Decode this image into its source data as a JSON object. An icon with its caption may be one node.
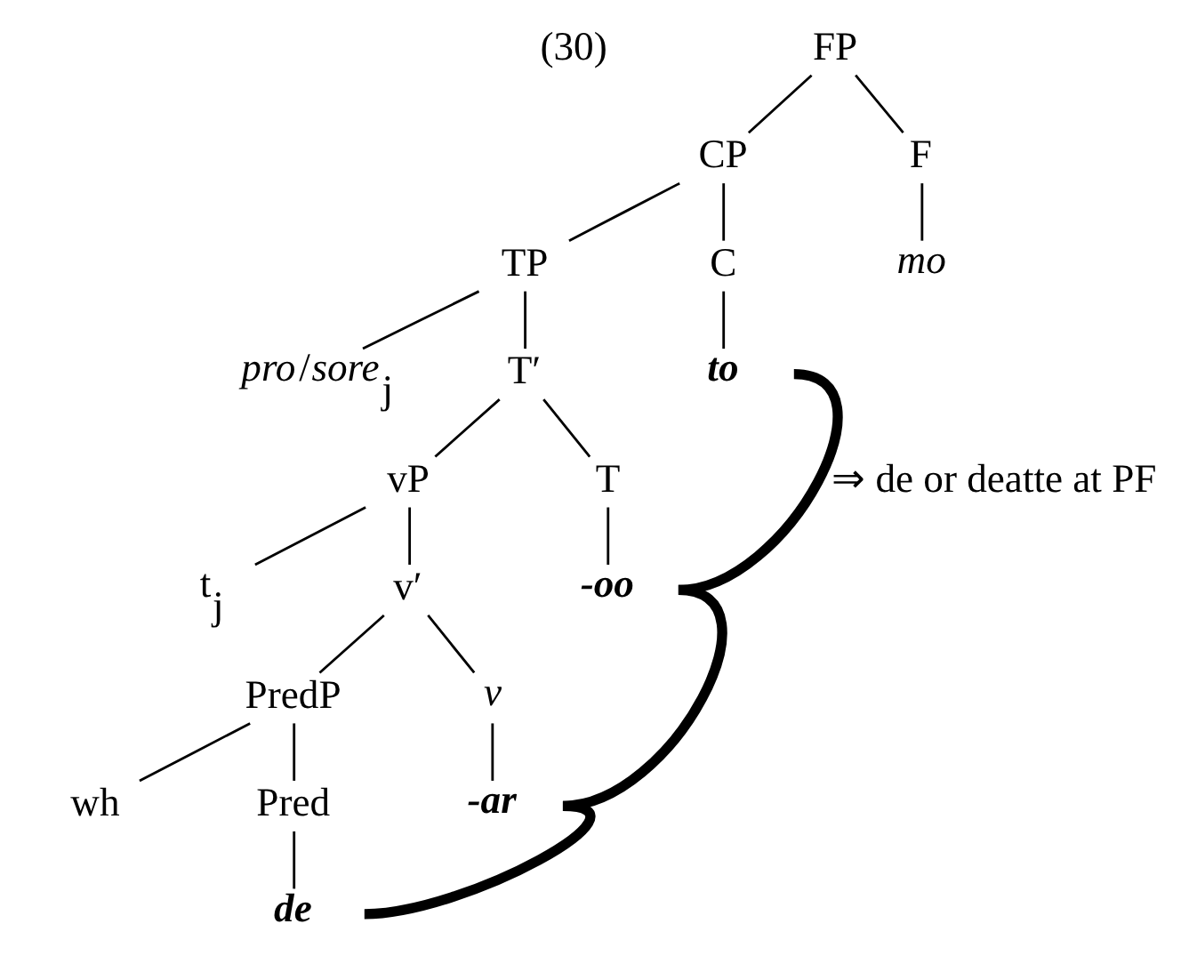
{
  "diagram": {
    "nodes": [
      {
        "text": [
          "FP"
        ]
      },
      {
        "text": [
          "CP"
        ]
      },
      {
        "text": [
          "F"
        ]
      },
      {
        "text": [
          "TP"
        ]
      },
      {
        "text": [
          "C"
        ]
      },
      {
        "text": [
          "mo"
        ]
      },
      {
        "text": [
          "*pro*/*sore*$_{j}$"
        ]
      },
      {
        "text": [
          "T′"
        ]
      },
      {
        "text": [
          "to"
        ]
      },
      {
        "text": [
          "vP"
        ]
      },
      {
        "text": [
          "T"
        ]
      },
      {
        "text": [
          "t$_{j}$"
        ]
      },
      {
        "text": [
          "v′"
        ]
      },
      {
        "text": [
          "-oo"
        ]
      },
      {
        "text": [
          "PredP"
        ]
      },
      {
        "text": [
          "v"
        ]
      },
      {
        "text": [
          "wh"
        ]
      },
      {
        "text": [
          "Pred"
        ]
      },
      {
        "text": [
          "-ar"
        ]
      },
      {
        "text": [
          "de"
        ]
      }
    ],
    "edges": [
      {
        "from": 0,
        "to": 1,
        "arrow": "none"
      },
      {
        "from": 0,
        "to": 2,
        "arrow": "none"
      },
      {
        "from": 1,
        "to": 3,
        "arrow": "none"
      },
      {
        "from": 1,
        "to": 4,
        "arrow": "none"
      },
      {
        "from": 2,
        "to": 5,
        "arrow": "none"
      },
      {
        "from": 3,
        "to": 6,
        "arrow": "none"
      },
      {
        "from": 3,
        "to": 7,
        "arrow": "none"
      },
      {
        "from": 4,
        "to": 8,
        "arrow": "none"
      },
      {
        "from": 7,
        "to": 9,
        "arrow": "none"
      },
      {
        "from": 7,
        "to": 10,
        "arrow": "none"
      },
      {
        "from": 9,
        "to": 11,
        "arrow": "none"
      },
      {
        "from": 9,
        "to": 12,
        "arrow": "none"
      },
      {
        "from": 10,
        "to": 13,
        "arrow": "none"
      },
      {
        "from": 12,
        "to": 14,
        "arrow": "none"
      },
      {
        "from": 12,
        "to": 15,
        "arrow": "none"
      },
      {
        "from": 15,
        "to": 18,
        "arrow": "none"
      },
      {
        "from": 14,
        "to": 16,
        "arrow": "none"
      },
      {
        "from": 14,
        "to": 17,
        "arrow": "none"
      },
      {
        "from": 17,
        "to": 19,
        "arrow": "none"
      },
      {
        "from": 8,
        "to": 13,
        "arrow": "none",
        "style": "thick",
        "label": "⇒ de or deatte at PF"
      },
      {
        "from": 13,
        "to": 18,
        "arrow": "none",
        "style": "thick"
      },
      {
        "from": 18,
        "to": 19,
        "arrow": "none",
        "style": "thick"
      }
    ],
    "labels": [
      "(30)"
    ]
  }
}
